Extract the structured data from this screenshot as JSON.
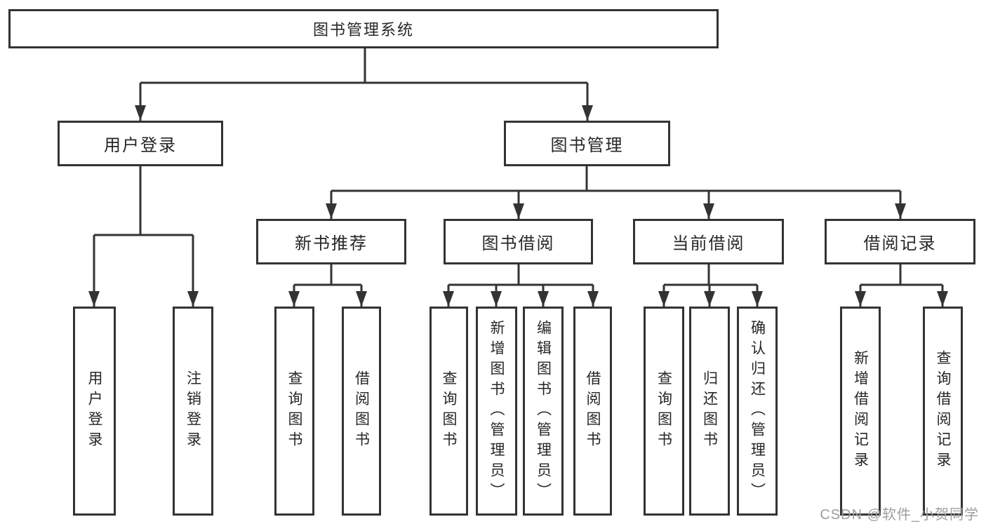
{
  "colors": {
    "line": "#333333",
    "text": "#262626",
    "watermark": "#9e9e9e",
    "background": "#ffffff"
  },
  "tree": {
    "label": "图书管理系统",
    "children": [
      {
        "label": "用户登录",
        "children": [
          {
            "label": "用户登录"
          },
          {
            "label": "注销登录"
          }
        ]
      },
      {
        "label": "图书管理",
        "children": [
          {
            "label": "新书推荐",
            "children": [
              {
                "label": "查询图书"
              },
              {
                "label": "借阅图书"
              }
            ]
          },
          {
            "label": "图书借阅",
            "children": [
              {
                "label": "查询图书"
              },
              {
                "label": "新增图书（管理员）"
              },
              {
                "label": "编辑图书（管理员）"
              },
              {
                "label": "借阅图书"
              }
            ]
          },
          {
            "label": "当前借阅",
            "children": [
              {
                "label": "查询图书"
              },
              {
                "label": "归还图书"
              },
              {
                "label": "确认归还（管理员）"
              }
            ]
          },
          {
            "label": "借阅记录",
            "children": [
              {
                "label": "新增借阅记录"
              },
              {
                "label": "查询借阅记录"
              }
            ]
          }
        ]
      }
    ]
  },
  "watermark": {
    "text": "CSDN @软件_小贺同学"
  }
}
